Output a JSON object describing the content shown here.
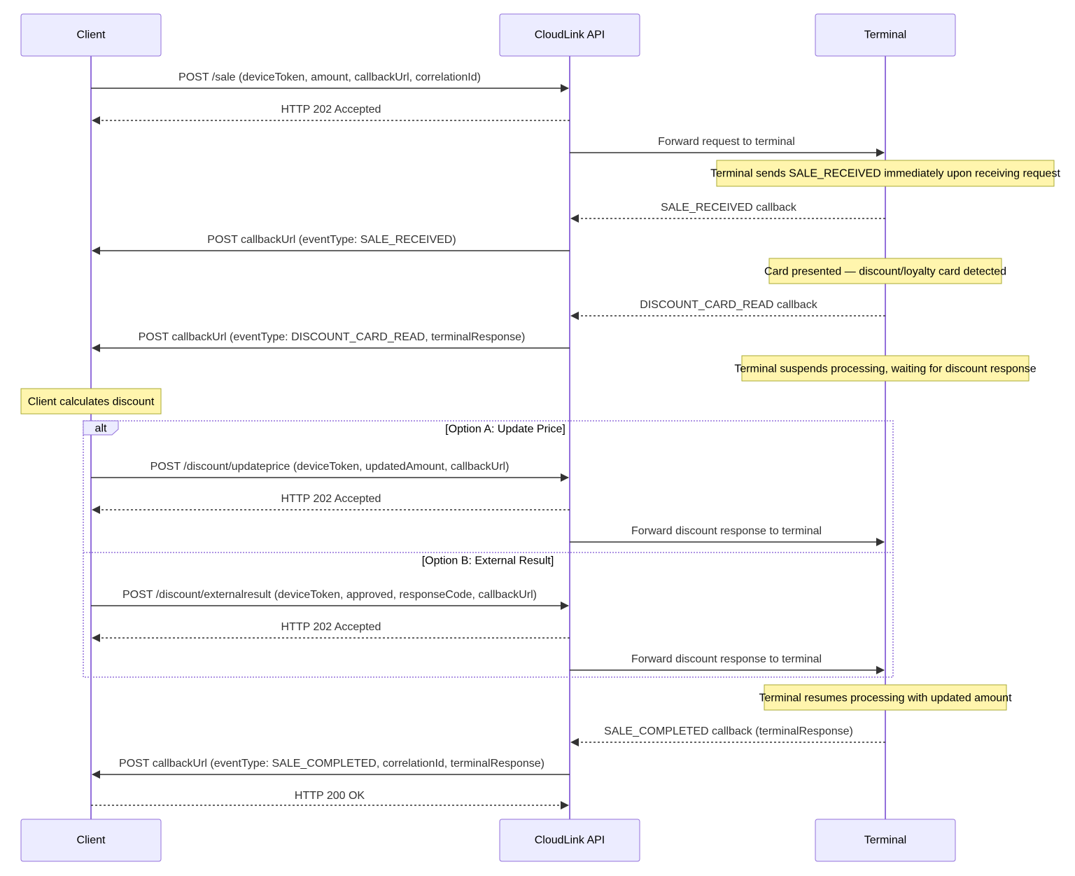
{
  "participants": {
    "client": "Client",
    "api": "CloudLink API",
    "terminal": "Terminal"
  },
  "messages": {
    "post_sale": "POST /sale (deviceToken, amount, callbackUrl, correlationId)",
    "accepted_1": "HTTP 202 Accepted",
    "forward_request": "Forward request to terminal",
    "sale_received_callback": "SALE_RECEIVED callback",
    "post_callback_sale_received": "POST callbackUrl (eventType: SALE_RECEIVED)",
    "discount_card_read_callback": "DISCOUNT_CARD_READ callback",
    "post_callback_discount_card_read": "POST callbackUrl (eventType: DISCOUNT_CARD_READ, terminalResponse)",
    "post_updateprice": "POST /discount/updateprice (deviceToken, updatedAmount, callbackUrl)",
    "accepted_2": "HTTP 202 Accepted",
    "forward_discount_a": "Forward discount response to terminal",
    "post_externalresult": "POST /discount/externalresult (deviceToken, approved, responseCode, callbackUrl)",
    "accepted_3": "HTTP 202 Accepted",
    "forward_discount_b": "Forward discount response to terminal",
    "sale_completed_callback": "SALE_COMPLETED callback (terminalResponse)",
    "post_callback_sale_completed": "POST callbackUrl (eventType: SALE_COMPLETED, correlationId, terminalResponse)",
    "ok_200": "HTTP 200 OK"
  },
  "notes": {
    "sale_received": "Terminal sends SALE_RECEIVED immediately upon receiving request",
    "card_presented": "Card presented — discount/loyalty card detected",
    "suspends": "Terminal suspends processing, waiting for discount response",
    "client_calculates": "Client calculates discount",
    "resumes": "Terminal resumes processing with updated amount"
  },
  "alt_block": {
    "label": "alt",
    "option_a": "[Option A: Update Price]",
    "option_b": "[Option B: External Result]"
  },
  "colors": {
    "actor_fill": "#ececff",
    "actor_stroke": "#9370db",
    "note_fill": "#fff5ad",
    "note_stroke": "#aaaa33",
    "line": "#333333"
  }
}
